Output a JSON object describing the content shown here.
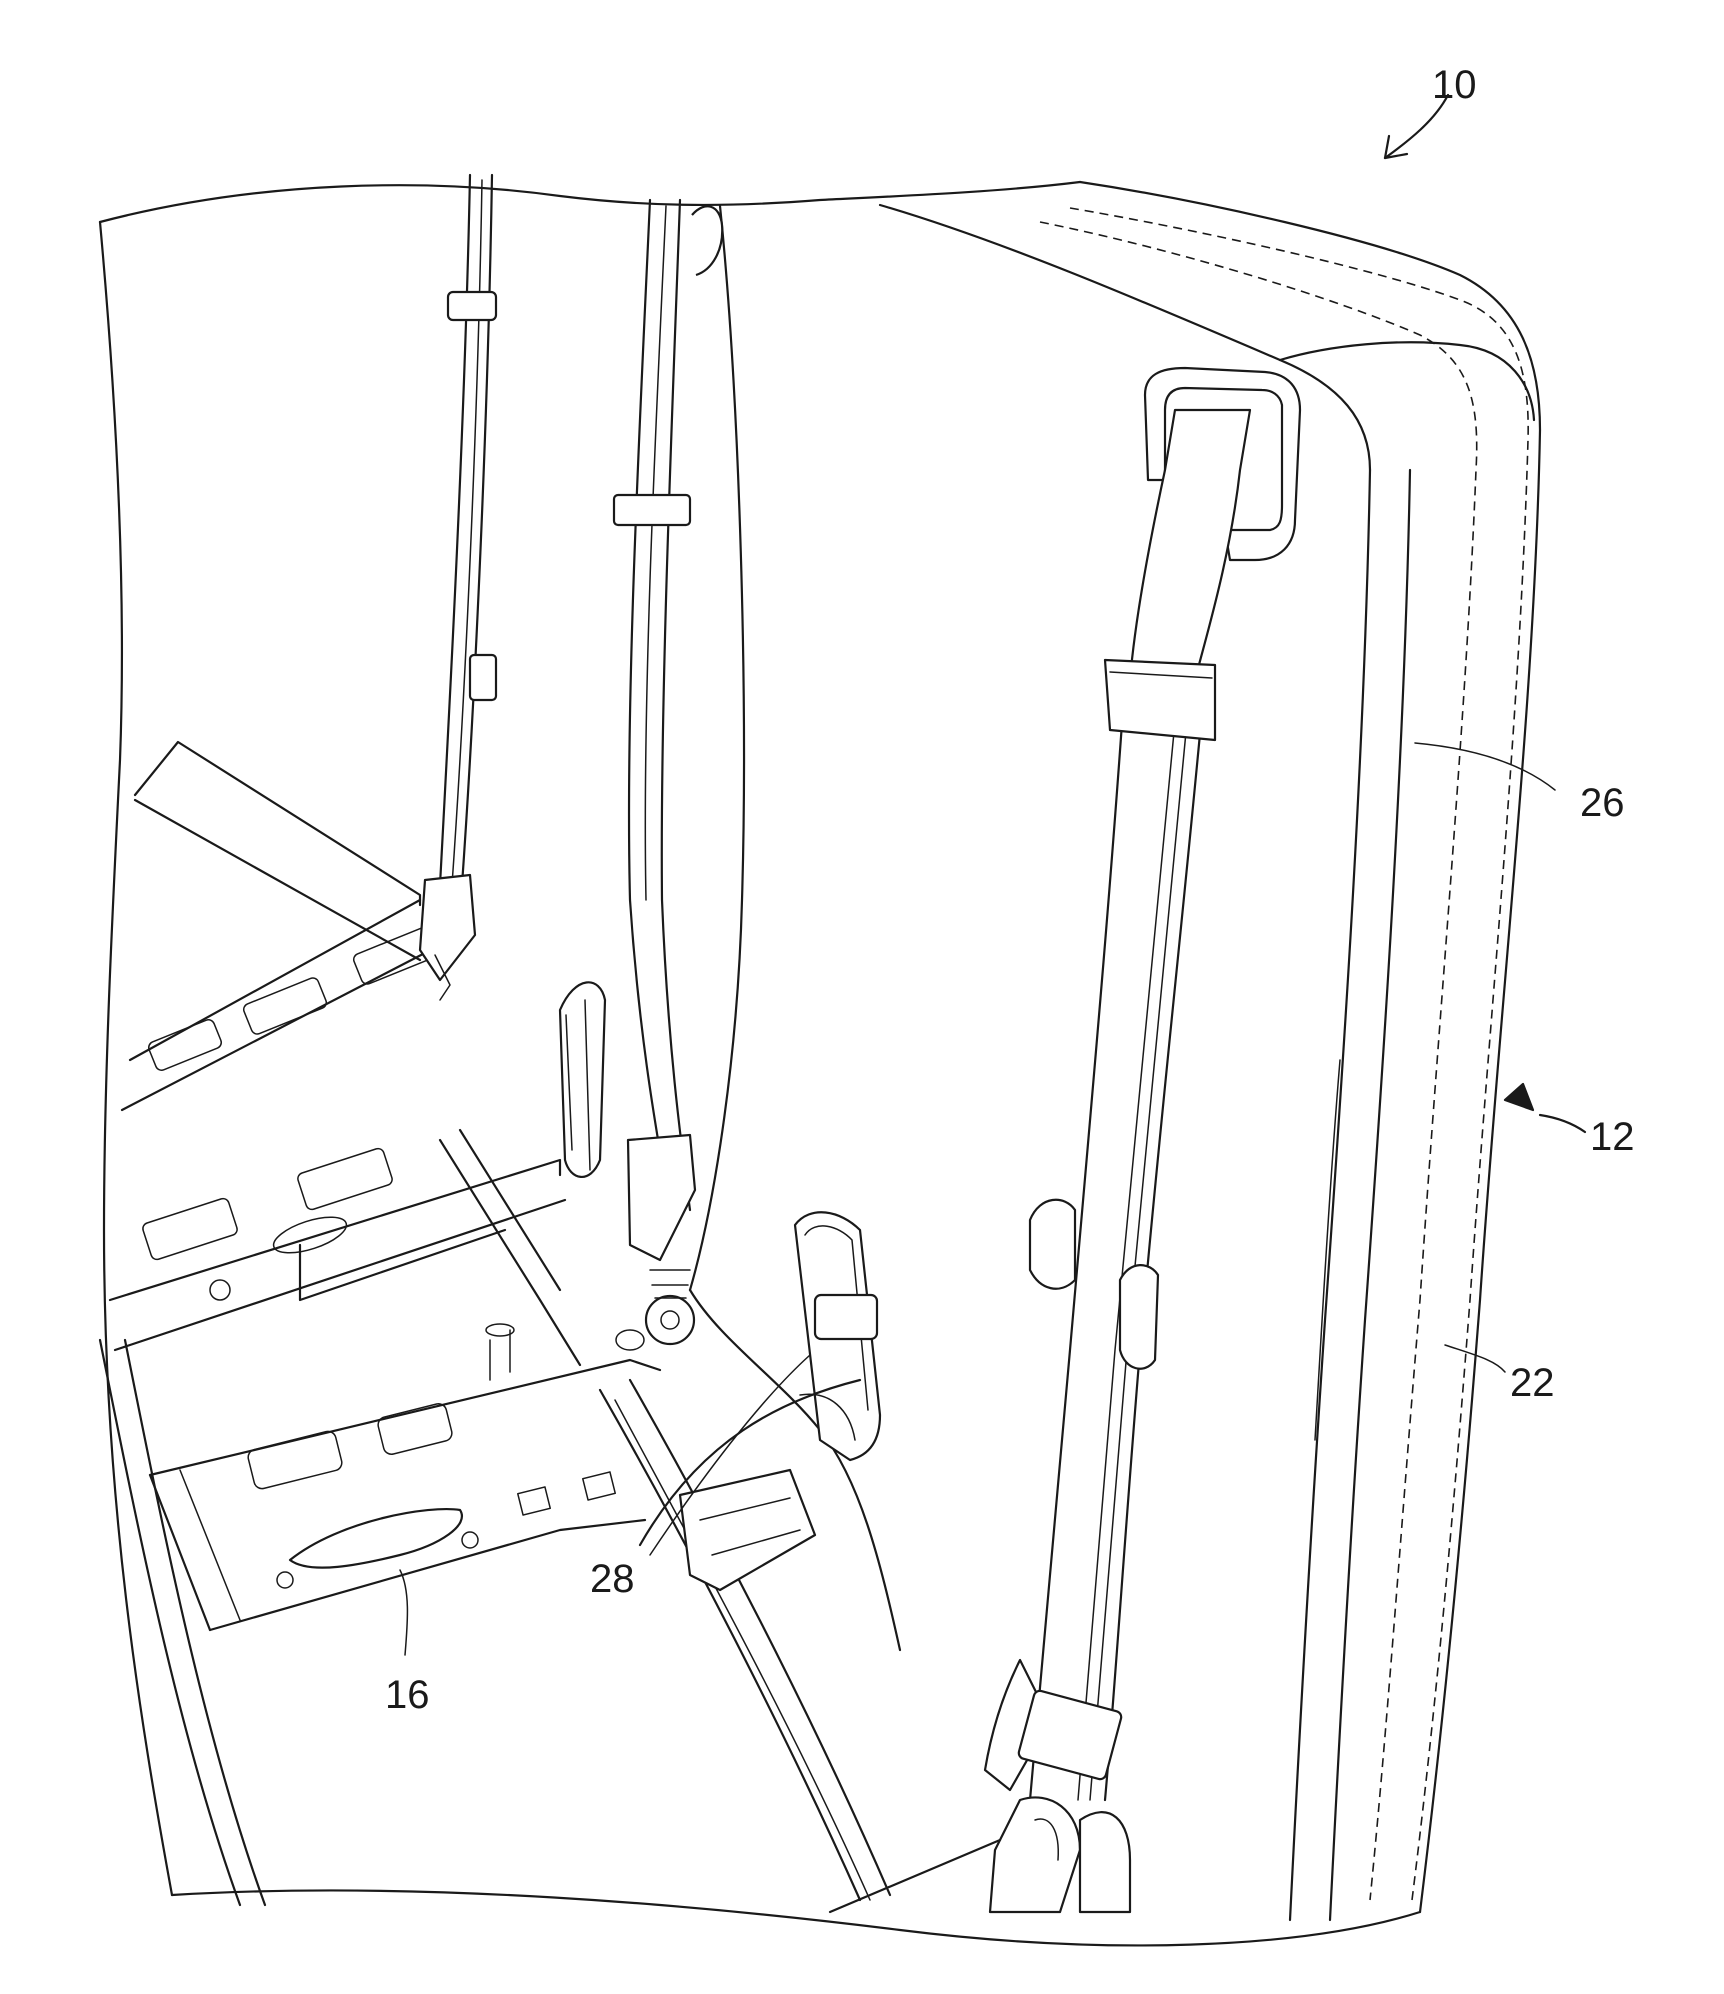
{
  "figure": {
    "reference_numerals": {
      "assembly": "10",
      "seat": "12",
      "frame": "16",
      "seatback": "22",
      "trim_edge": "26",
      "cable": "28"
    }
  }
}
